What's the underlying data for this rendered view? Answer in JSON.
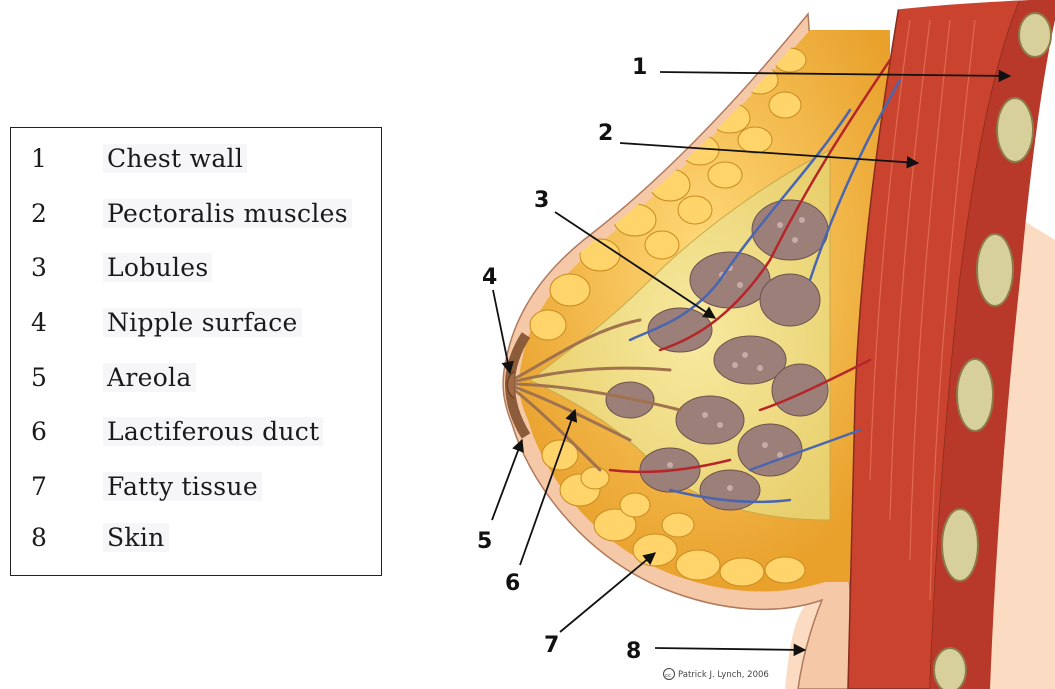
{
  "legend": {
    "items": [
      {
        "num": "1",
        "term": "Chest wall"
      },
      {
        "num": "2",
        "term": "Pectoralis muscles"
      },
      {
        "num": "3",
        "term": "Lobules"
      },
      {
        "num": "4",
        "term": "Nipple surface"
      },
      {
        "num": "5",
        "term": "Areola"
      },
      {
        "num": "6",
        "term": "Lactiferous duct"
      },
      {
        "num": "7",
        "term": "Fatty tissue"
      },
      {
        "num": "8",
        "term": "Skin"
      }
    ]
  },
  "diagram": {
    "callouts": [
      "1",
      "2",
      "3",
      "4",
      "5",
      "6",
      "7",
      "8"
    ],
    "credit": "Patrick J. Lynch, 2006",
    "credit_badge": "cc",
    "colors": {
      "skin": "#f5c9a8",
      "background_skin": "#fbdcc2",
      "fat": "#f2b43a",
      "fat_highlight": "#ffd978",
      "muscle": "#c9432f",
      "lobule": "#9c7f79",
      "artery": "#b5262a",
      "vein": "#4a66b0",
      "rib": "#d7d09a"
    }
  }
}
